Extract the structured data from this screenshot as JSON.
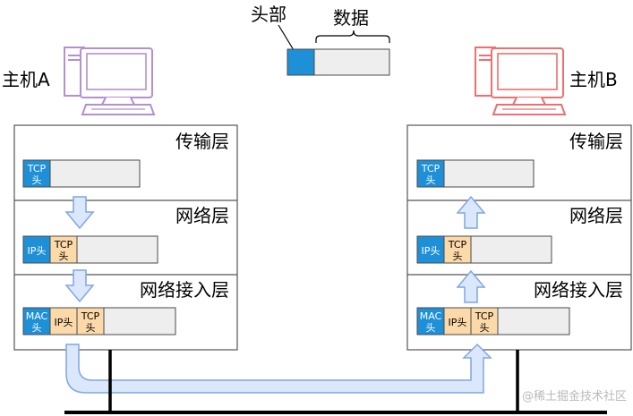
{
  "legend": {
    "header": "头部",
    "data": "数据"
  },
  "hosts": {
    "a": {
      "label": "主机A"
    },
    "b": {
      "label": "主机B"
    }
  },
  "layers": {
    "transport": "传输层",
    "network": "网络层",
    "link": "网络接入层"
  },
  "headers": {
    "tcp_1": "TCP",
    "tcp_2": "头",
    "ip": "IP头",
    "mac_1": "MAC",
    "mac_2": "头"
  },
  "watermark": "@稀土掘金技术社区",
  "colors": {
    "tcp_header": "#1e90d8",
    "ip_header": "#1e90d8",
    "mac_header": "#1e90d8",
    "wrapped_header": "#fcd9a8",
    "payload": "#eeeeee",
    "arrow_fill": "#dbe7fb",
    "arrow_stroke": "#7fa6e3",
    "host_a": "#b48fd1",
    "host_b": "#ee6f6f"
  }
}
